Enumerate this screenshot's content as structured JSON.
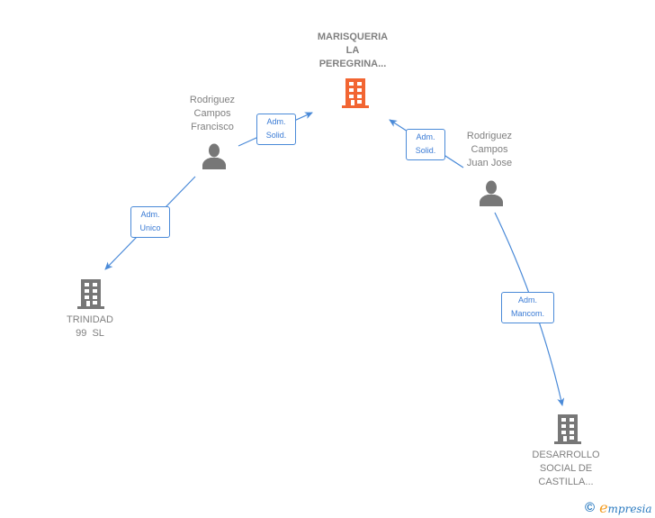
{
  "nodes": {
    "main_company": {
      "label_lines": [
        "MARISQUERIA",
        "LA",
        "PEREGRINA..."
      ],
      "icon": "building-icon",
      "color": "#f26532"
    },
    "person_francisco": {
      "label_lines": [
        "Rodriguez",
        "Campos",
        "Francisco"
      ],
      "icon": "person-icon",
      "color": "#777777"
    },
    "person_juan_jose": {
      "label_lines": [
        "Rodriguez",
        "Campos",
        "Juan Jose"
      ],
      "icon": "person-icon",
      "color": "#777777"
    },
    "company_trinidad": {
      "label_lines": [
        "TRINIDAD",
        "99  SL"
      ],
      "icon": "building-icon",
      "color": "#777777"
    },
    "company_desarrollo": {
      "label_lines": [
        "DESARROLLO",
        "SOCIAL DE",
        "CASTILLA..."
      ],
      "icon": "building-icon",
      "color": "#777777"
    }
  },
  "edges": [
    {
      "from": "person_francisco",
      "to": "main_company",
      "label_lines": [
        "Adm.",
        "Solid."
      ]
    },
    {
      "from": "person_juan_jose",
      "to": "main_company",
      "label_lines": [
        "Adm.",
        "Solid."
      ]
    },
    {
      "from": "person_francisco",
      "to": "company_trinidad",
      "label_lines": [
        "Adm.",
        "Unico"
      ]
    },
    {
      "from": "person_juan_jose",
      "to": "company_desarrollo",
      "label_lines": [
        "Adm.",
        "Mancom."
      ]
    }
  ],
  "colors": {
    "edge": "#4a8ad8",
    "edge_text": "#3a7bd5",
    "label_text": "#808080"
  },
  "footer": {
    "copyright_symbol": "©",
    "brand_initial": "e",
    "brand_rest": "mpresia"
  }
}
